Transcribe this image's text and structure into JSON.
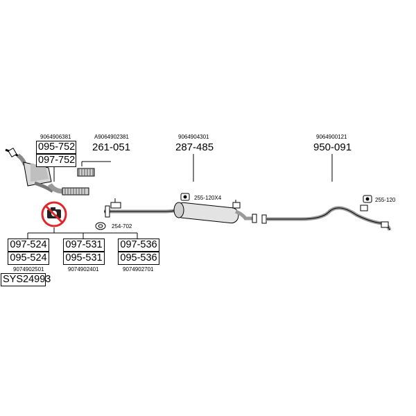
{
  "group_left": {
    "oe_top": "9064906381",
    "parts": [
      "095-752",
      "097-752"
    ]
  },
  "pipe_261": {
    "oe": "A9064902381",
    "part": "261-051"
  },
  "muffler_287": {
    "oe": "9064904301",
    "part": "287-485"
  },
  "rear_950": {
    "oe": "9064900121",
    "part": "950-091"
  },
  "clamps": {
    "mid": "255-120X4",
    "rear": "255-120",
    "gasket": "254-702"
  },
  "dpf_options": [
    {
      "top": "097-524",
      "bottom": "095-524",
      "oe": "9074902501"
    },
    {
      "top": "097-531",
      "bottom": "095-531",
      "oe": "9074902401"
    },
    {
      "top": "097-536",
      "bottom": "095-536",
      "oe": "9074902701"
    }
  ],
  "system": "SYS24993",
  "icons": {
    "no_camera": "no-photo-icon",
    "hanger": "rubber-hanger-icon",
    "gasket": "gasket-icon"
  },
  "colors": {
    "prohibit": "#e0262b",
    "line": "#000000",
    "part_fill": "#e6e6e6"
  }
}
